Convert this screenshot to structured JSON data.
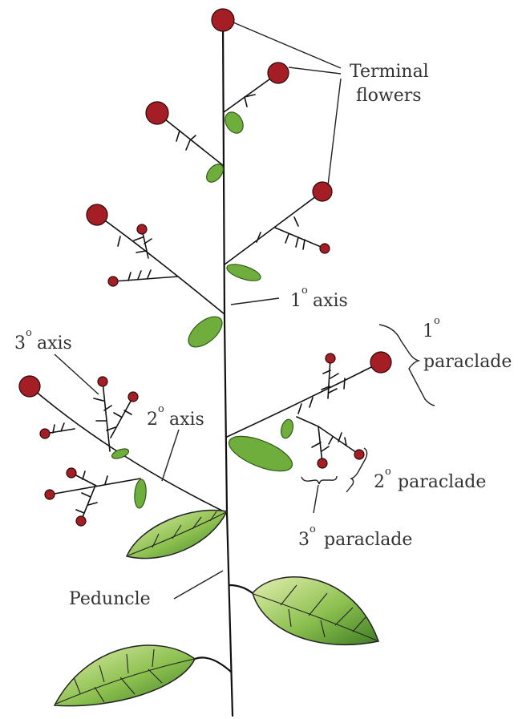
{
  "labels": {
    "terminal_flowers_1": "Terminal",
    "terminal_flowers_2": "flowers",
    "axis1_num": "1",
    "axis1_text": "axis",
    "axis3_num": "3",
    "axis3_text": "axis",
    "axis2_num": "2",
    "axis2_text": "axis",
    "paraclade1_num": "1",
    "paraclade1_text": "paraclade",
    "paraclade2_num": "2",
    "paraclade2_text": "paraclade",
    "paraclade3_num": "3",
    "paraclade3_text": "paraclade",
    "peduncle": "Peduncle",
    "degree": "o"
  },
  "colors": {
    "flower": "#a51d25",
    "leaf": "#6fae3c",
    "stem": "#111111",
    "text": "#333333"
  }
}
